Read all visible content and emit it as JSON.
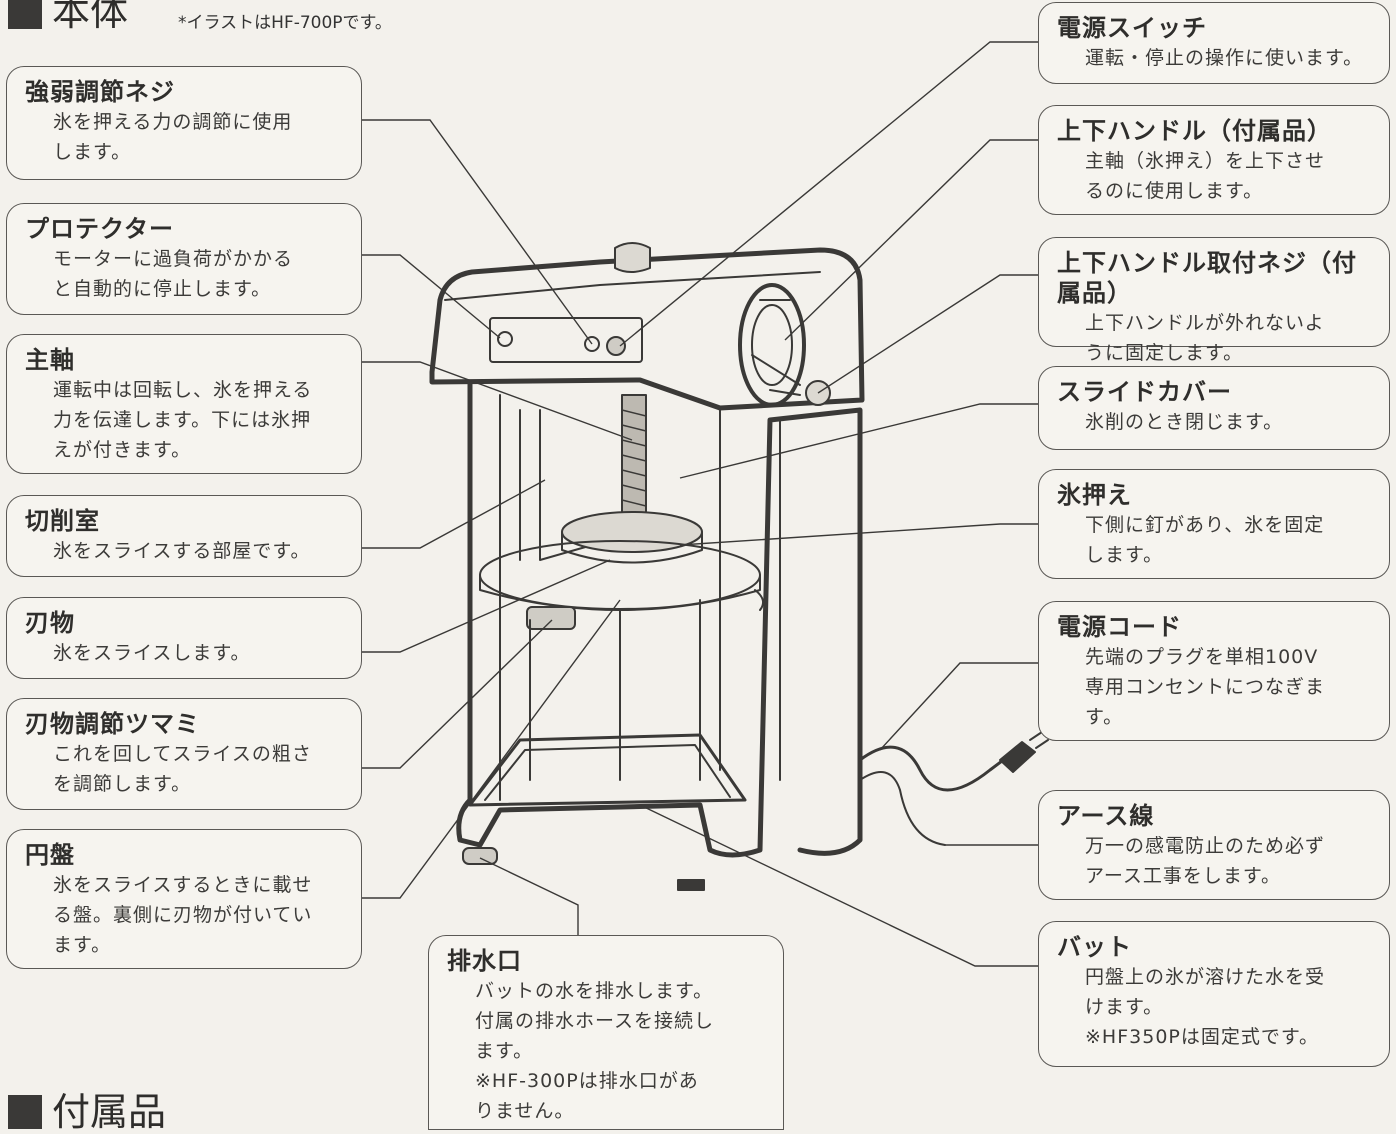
{
  "header": {
    "title": "本体",
    "note": "*イラストはHF-700Pです。"
  },
  "footer": {
    "title": "付属品"
  },
  "labels": {
    "left": [
      {
        "title": "強弱調節ネジ",
        "desc": [
          "氷を押える力の調節に使用",
          "します。"
        ]
      },
      {
        "title": "プロテクター",
        "desc": [
          "モーターに過負荷がかかる",
          "と自動的に停止します。"
        ]
      },
      {
        "title": "主軸",
        "desc": [
          "運転中は回転し、氷を押える",
          "力を伝達します。下には氷押",
          "えが付きます。"
        ]
      },
      {
        "title": "切削室",
        "desc": [
          "氷をスライスする部屋です。"
        ]
      },
      {
        "title": "刃物",
        "desc": [
          "氷をスライスします。"
        ]
      },
      {
        "title": "刃物調節ツマミ",
        "desc": [
          "これを回してスライスの粗さ",
          "を調節します。"
        ]
      },
      {
        "title": "円盤",
        "desc": [
          "氷をスライスするときに載せ",
          "る盤。裏側に刃物が付いてい",
          "ます。"
        ]
      }
    ],
    "right": [
      {
        "title": "電源スイッチ",
        "desc": [
          "運転・停止の操作に使います。"
        ]
      },
      {
        "title": "上下ハンドル（付属品）",
        "desc": [
          "主軸（氷押え）を上下させ",
          "るのに使用します。"
        ]
      },
      {
        "title": "上下ハンドル取付ネジ（付属品）",
        "desc": [
          "上下ハンドルが外れないよ",
          "うに固定します。"
        ]
      },
      {
        "title": "スライドカバー",
        "desc": [
          "氷削のとき閉じます。"
        ]
      },
      {
        "title": "氷押え",
        "desc": [
          "下側に釘があり、氷を固定",
          "します。"
        ]
      },
      {
        "title": "電源コード",
        "desc": [
          "先端のプラグを単相100V",
          "専用コンセントにつなぎま",
          "す。"
        ]
      },
      {
        "title": "アース線",
        "desc": [
          "万一の感電防止のため必ず",
          "アース工事をします。"
        ]
      },
      {
        "title": "バット",
        "desc": [
          "円盤上の氷が溶けた水を受",
          "けます。",
          "※HF350Pは固定式です。"
        ]
      }
    ],
    "bottom": [
      {
        "title": "排水口",
        "desc": [
          "バットの水を排水します。",
          "付属の排水ホースを接続し",
          "ます。",
          "※HF-300Pは排水口があ",
          "りません。"
        ]
      }
    ]
  },
  "colors": {
    "line": "#3a3937",
    "paper": "#f3f1ec",
    "box": "#f6f4ef"
  }
}
